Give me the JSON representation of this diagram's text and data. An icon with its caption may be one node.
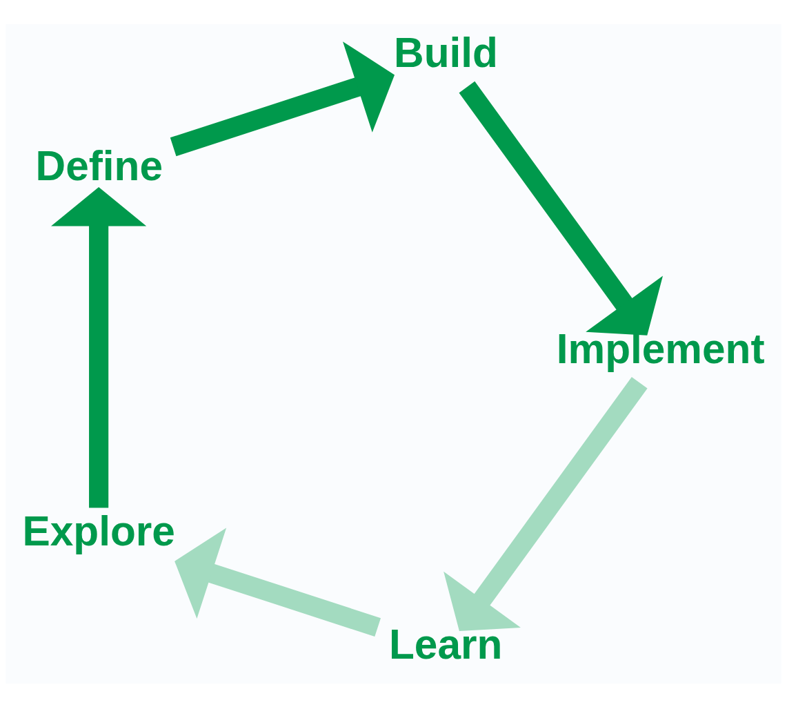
{
  "diagram": {
    "nodes": [
      {
        "text": [
          "Learn"
        ]
      },
      {
        "text": [
          "Explore"
        ]
      },
      {
        "text": [
          "Define"
        ]
      },
      {
        "text": [
          "Build"
        ]
      },
      {
        "text": [
          "Implement"
        ]
      }
    ],
    "edges": [
      {
        "from": 0,
        "to": 1,
        "arrow": "to",
        "color": "#a3dbc0"
      },
      {
        "from": 1,
        "to": 2,
        "arrow": "to"
      },
      {
        "from": 2,
        "to": 3,
        "arrow": "to"
      },
      {
        "from": 3,
        "to": 4,
        "arrow": "to"
      },
      {
        "from": 4,
        "to": 0,
        "arrow": "to",
        "color": "#a3dbc0"
      }
    ]
  }
}
